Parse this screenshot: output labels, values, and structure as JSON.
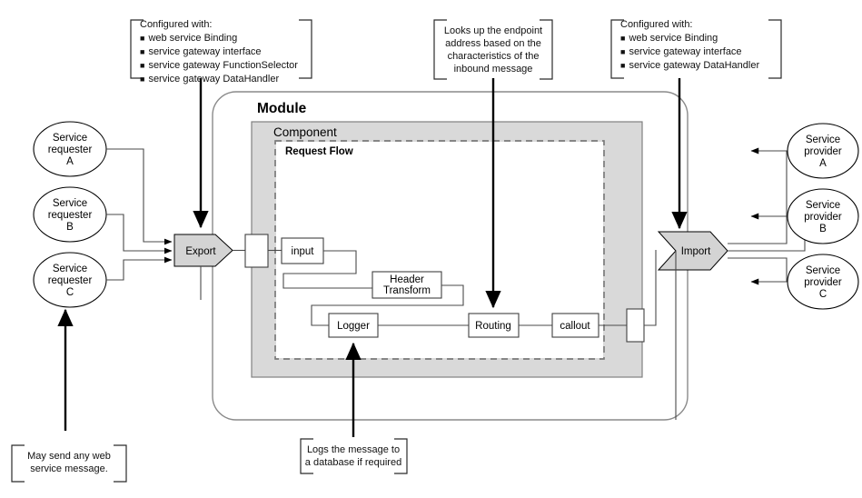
{
  "diagram": {
    "title": "Service gateway module architecture",
    "colors": {
      "export_import_fill": "#d4d4d4",
      "component_fill": "#d9d9d9",
      "module_stroke": "#8a8a8a",
      "flow_dash_stroke": "#7a7a7a",
      "connector_stroke": "#4a4a4a",
      "annotation_stroke": "#2b2b2b",
      "background": "#ffffff"
    },
    "containers": {
      "module_label": "Module",
      "component_label": "Component",
      "request_flow_label": "Request Flow"
    },
    "requesters": [
      {
        "id": "req-a",
        "line1": "Service",
        "line2": "requester",
        "line3": "A"
      },
      {
        "id": "req-b",
        "line1": "Service",
        "line2": "requester",
        "line3": "B"
      },
      {
        "id": "req-c",
        "line1": "Service",
        "line2": "requester",
        "line3": "C"
      }
    ],
    "providers": [
      {
        "id": "prov-a",
        "line1": "Service",
        "line2": "provider",
        "line3": "A"
      },
      {
        "id": "prov-b",
        "line1": "Service",
        "line2": "provider",
        "line3": "B"
      },
      {
        "id": "prov-c",
        "line1": "Service",
        "line2": "provider",
        "line3": "C"
      }
    ],
    "gateways": {
      "export_label": "Export",
      "import_label": "Import"
    },
    "flow_nodes": [
      {
        "id": "input",
        "label": "input"
      },
      {
        "id": "header-transform",
        "line1": "Header",
        "line2": "Transform"
      },
      {
        "id": "logger",
        "label": "Logger"
      },
      {
        "id": "routing",
        "label": "Routing"
      },
      {
        "id": "callout",
        "label": "callout"
      }
    ],
    "annotations": [
      {
        "id": "export-config",
        "heading": "Configured with:",
        "bullets": [
          "web service Binding",
          "service gateway interface",
          "service gateway FunctionSelector",
          "service gateway DataHandler"
        ],
        "align": "left"
      },
      {
        "id": "routing-note",
        "lines": [
          "Looks up the endpoint",
          "address based on the",
          "characteristics of the",
          "inbound message"
        ],
        "align": "center"
      },
      {
        "id": "import-config",
        "heading": "Configured with:",
        "bullets": [
          "web service Binding",
          "service gateway interface",
          "service gateway DataHandler"
        ],
        "align": "left"
      },
      {
        "id": "requester-note",
        "lines": [
          "May send any web",
          "service message."
        ],
        "align": "center"
      },
      {
        "id": "logger-note",
        "lines": [
          "Logs the message to",
          "a database if required"
        ],
        "align": "center"
      }
    ]
  }
}
